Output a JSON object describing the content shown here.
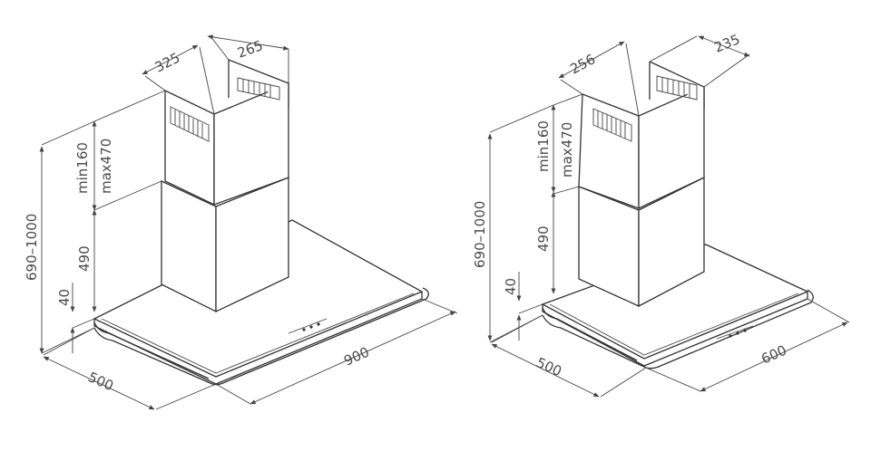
{
  "colors": {
    "line": "#333333",
    "text": "#4a4a4a",
    "background": "#ffffff"
  },
  "hood_left": {
    "chimney_width": "325",
    "chimney_depth": "265",
    "min_height": "min160",
    "max_height": "max470",
    "lower_height": "490",
    "canopy_height": "40",
    "total_height": "690–1000",
    "depth": "500",
    "width": "900"
  },
  "hood_right": {
    "chimney_width": "256",
    "chimney_depth": "235",
    "min_height": "min160",
    "max_height": "max470",
    "lower_height": "490",
    "canopy_height": "40",
    "total_height": "690–1000",
    "depth": "500",
    "width": "600"
  }
}
